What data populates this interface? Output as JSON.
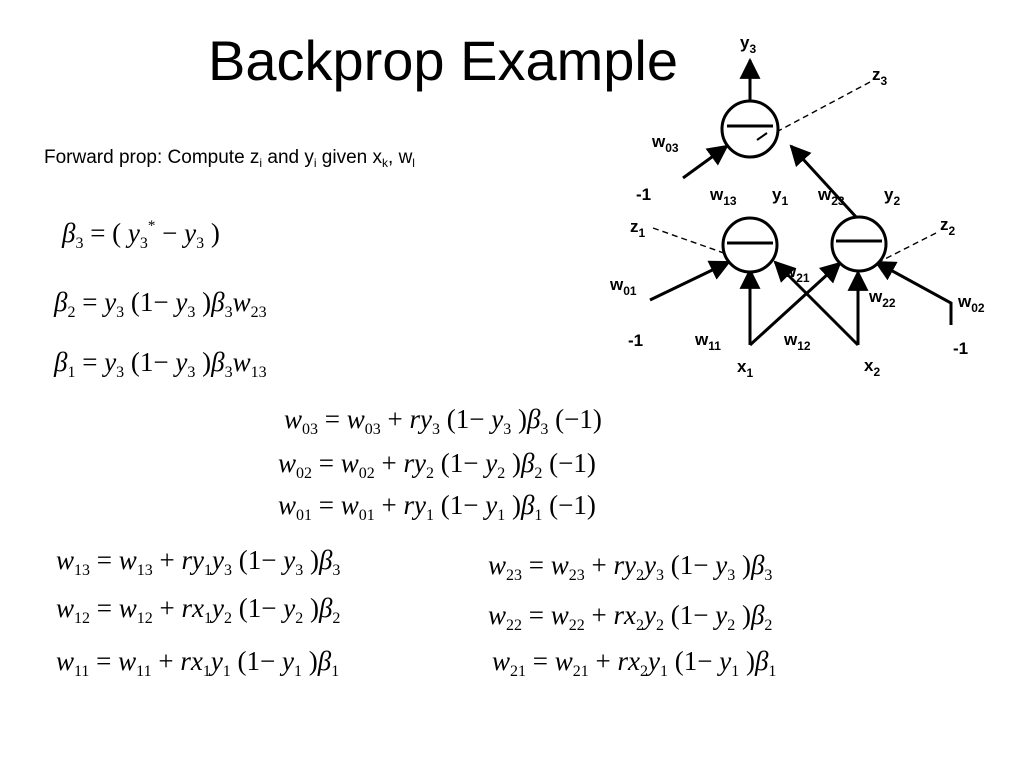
{
  "slide": {
    "title": "Backprop Example",
    "subtitle": {
      "text": "Forward prop: Compute z",
      "s1": "i",
      "t2": " and y",
      "s2": "i",
      "t3": " given x",
      "s3": "k",
      "t4": ",  w",
      "s4": "l"
    }
  },
  "network": {
    "labels": {
      "y3": {
        "b": "y",
        "s": "3"
      },
      "z3": {
        "b": "z",
        "s": "3"
      },
      "w03": {
        "b": "w",
        "s": "03"
      },
      "m1a": {
        "b": "-1",
        "s": ""
      },
      "w13": {
        "b": "w",
        "s": "13"
      },
      "y1": {
        "b": "y",
        "s": "1"
      },
      "w23": {
        "b": "w",
        "s": "23"
      },
      "y2": {
        "b": "y",
        "s": "2"
      },
      "z1": {
        "b": "z",
        "s": "1"
      },
      "z2": {
        "b": "z",
        "s": "2"
      },
      "w21": {
        "b": "w",
        "s": "21"
      },
      "w01": {
        "b": "w",
        "s": "01"
      },
      "w22": {
        "b": "w",
        "s": "22"
      },
      "w02": {
        "b": "w",
        "s": "02"
      },
      "m1b": {
        "b": "-1",
        "s": ""
      },
      "w11": {
        "b": "w",
        "s": "11"
      },
      "w12": {
        "b": "w",
        "s": "12"
      },
      "m1c": {
        "b": "-1",
        "s": ""
      },
      "x1": {
        "b": "x",
        "s": "1"
      },
      "x2": {
        "b": "x",
        "s": "2"
      }
    }
  },
  "equations": [
    {
      "id": "beta3",
      "tokens": [
        [
          "v",
          "β"
        ],
        [
          "sub",
          "3"
        ],
        [
          "t",
          " = ( "
        ],
        [
          "v",
          "y"
        ],
        [
          "sub",
          "3"
        ],
        [
          "sup",
          "*"
        ],
        [
          "t",
          " − "
        ],
        [
          "v",
          "y"
        ],
        [
          "sub",
          "3"
        ],
        [
          "t",
          " )"
        ]
      ]
    },
    {
      "id": "beta2",
      "tokens": [
        [
          "v",
          "β"
        ],
        [
          "sub",
          "2"
        ],
        [
          "t",
          " = "
        ],
        [
          "v",
          "y"
        ],
        [
          "sub",
          "3"
        ],
        [
          "t",
          " (1− "
        ],
        [
          "v",
          "y"
        ],
        [
          "sub",
          "3"
        ],
        [
          "t",
          " )"
        ],
        [
          "v",
          "β"
        ],
        [
          "sub",
          "3"
        ],
        [
          "v",
          "w"
        ],
        [
          "sub",
          "23"
        ]
      ]
    },
    {
      "id": "beta1",
      "tokens": [
        [
          "v",
          "β"
        ],
        [
          "sub",
          "1"
        ],
        [
          "t",
          " = "
        ],
        [
          "v",
          "y"
        ],
        [
          "sub",
          "3"
        ],
        [
          "t",
          " (1− "
        ],
        [
          "v",
          "y"
        ],
        [
          "sub",
          "3"
        ],
        [
          "t",
          " )"
        ],
        [
          "v",
          "β"
        ],
        [
          "sub",
          "3"
        ],
        [
          "v",
          "w"
        ],
        [
          "sub",
          "13"
        ]
      ]
    },
    {
      "id": "w03",
      "tokens": [
        [
          "v",
          "w"
        ],
        [
          "sub",
          "03"
        ],
        [
          "t",
          " = "
        ],
        [
          "v",
          "w"
        ],
        [
          "sub",
          "03"
        ],
        [
          "t",
          " + "
        ],
        [
          "v",
          "ry"
        ],
        [
          "sub",
          "3"
        ],
        [
          "t",
          " (1− "
        ],
        [
          "v",
          "y"
        ],
        [
          "sub",
          "3"
        ],
        [
          "t",
          " )"
        ],
        [
          "v",
          "β"
        ],
        [
          "sub",
          "3"
        ],
        [
          "t",
          " (−1)"
        ]
      ]
    },
    {
      "id": "w02",
      "tokens": [
        [
          "v",
          "w"
        ],
        [
          "sub",
          "02"
        ],
        [
          "t",
          " = "
        ],
        [
          "v",
          "w"
        ],
        [
          "sub",
          "02"
        ],
        [
          "t",
          " + "
        ],
        [
          "v",
          "ry"
        ],
        [
          "sub",
          "2"
        ],
        [
          "t",
          " (1− "
        ],
        [
          "v",
          "y"
        ],
        [
          "sub",
          "2"
        ],
        [
          "t",
          " )"
        ],
        [
          "v",
          "β"
        ],
        [
          "sub",
          "2"
        ],
        [
          "t",
          " (−1)"
        ]
      ]
    },
    {
      "id": "w01",
      "tokens": [
        [
          "v",
          "w"
        ],
        [
          "sub",
          "01"
        ],
        [
          "t",
          " = "
        ],
        [
          "v",
          "w"
        ],
        [
          "sub",
          "01"
        ],
        [
          "t",
          " + "
        ],
        [
          "v",
          "ry"
        ],
        [
          "sub",
          "1"
        ],
        [
          "t",
          " (1− "
        ],
        [
          "v",
          "y"
        ],
        [
          "sub",
          "1"
        ],
        [
          "t",
          " )"
        ],
        [
          "v",
          "β"
        ],
        [
          "sub",
          "1"
        ],
        [
          "t",
          " (−1)"
        ]
      ]
    },
    {
      "id": "w13",
      "tokens": [
        [
          "v",
          "w"
        ],
        [
          "sub",
          "13"
        ],
        [
          "t",
          " = "
        ],
        [
          "v",
          "w"
        ],
        [
          "sub",
          "13"
        ],
        [
          "t",
          " + "
        ],
        [
          "v",
          "ry"
        ],
        [
          "sub",
          "1"
        ],
        [
          "v",
          "y"
        ],
        [
          "sub",
          "3"
        ],
        [
          "t",
          " (1− "
        ],
        [
          "v",
          "y"
        ],
        [
          "sub",
          "3"
        ],
        [
          "t",
          " )"
        ],
        [
          "v",
          "β"
        ],
        [
          "sub",
          "3"
        ]
      ]
    },
    {
      "id": "w12",
      "tokens": [
        [
          "v",
          "w"
        ],
        [
          "sub",
          "12"
        ],
        [
          "t",
          " = "
        ],
        [
          "v",
          "w"
        ],
        [
          "sub",
          "12"
        ],
        [
          "t",
          " + "
        ],
        [
          "v",
          "rx"
        ],
        [
          "sub",
          "1"
        ],
        [
          "v",
          "y"
        ],
        [
          "sub",
          "2"
        ],
        [
          "t",
          " (1− "
        ],
        [
          "v",
          "y"
        ],
        [
          "sub",
          "2"
        ],
        [
          "t",
          " )"
        ],
        [
          "v",
          "β"
        ],
        [
          "sub",
          "2"
        ]
      ]
    },
    {
      "id": "w11",
      "tokens": [
        [
          "v",
          "w"
        ],
        [
          "sub",
          "11"
        ],
        [
          "t",
          " = "
        ],
        [
          "v",
          "w"
        ],
        [
          "sub",
          "11"
        ],
        [
          "t",
          " + "
        ],
        [
          "v",
          "rx"
        ],
        [
          "sub",
          "1"
        ],
        [
          "v",
          "y"
        ],
        [
          "sub",
          "1"
        ],
        [
          "t",
          " (1− "
        ],
        [
          "v",
          "y"
        ],
        [
          "sub",
          "1"
        ],
        [
          "t",
          " )"
        ],
        [
          "v",
          "β"
        ],
        [
          "sub",
          "1"
        ]
      ]
    },
    {
      "id": "w23",
      "tokens": [
        [
          "v",
          "w"
        ],
        [
          "sub",
          "23"
        ],
        [
          "t",
          " = "
        ],
        [
          "v",
          "w"
        ],
        [
          "sub",
          "23"
        ],
        [
          "t",
          " + "
        ],
        [
          "v",
          "ry"
        ],
        [
          "sub",
          "2"
        ],
        [
          "v",
          "y"
        ],
        [
          "sub",
          "3"
        ],
        [
          "t",
          " (1− "
        ],
        [
          "v",
          "y"
        ],
        [
          "sub",
          "3"
        ],
        [
          "t",
          " )"
        ],
        [
          "v",
          "β"
        ],
        [
          "sub",
          "3"
        ]
      ]
    },
    {
      "id": "w22",
      "tokens": [
        [
          "v",
          "w"
        ],
        [
          "sub",
          "22"
        ],
        [
          "t",
          " = "
        ],
        [
          "v",
          "w"
        ],
        [
          "sub",
          "22"
        ],
        [
          "t",
          " + "
        ],
        [
          "v",
          "rx"
        ],
        [
          "sub",
          "2"
        ],
        [
          "v",
          "y"
        ],
        [
          "sub",
          "2"
        ],
        [
          "t",
          " (1− "
        ],
        [
          "v",
          "y"
        ],
        [
          "sub",
          "2"
        ],
        [
          "t",
          " )"
        ],
        [
          "v",
          "β"
        ],
        [
          "sub",
          "2"
        ]
      ]
    },
    {
      "id": "w21",
      "tokens": [
        [
          "v",
          "w"
        ],
        [
          "sub",
          "21"
        ],
        [
          "t",
          " = "
        ],
        [
          "v",
          "w"
        ],
        [
          "sub",
          "21"
        ],
        [
          "t",
          " + "
        ],
        [
          "v",
          "rx"
        ],
        [
          "sub",
          "2"
        ],
        [
          "v",
          "y"
        ],
        [
          "sub",
          "1"
        ],
        [
          "t",
          " (1− "
        ],
        [
          "v",
          "y"
        ],
        [
          "sub",
          "1"
        ],
        [
          "t",
          " )"
        ],
        [
          "v",
          "β"
        ],
        [
          "sub",
          "1"
        ]
      ]
    }
  ]
}
